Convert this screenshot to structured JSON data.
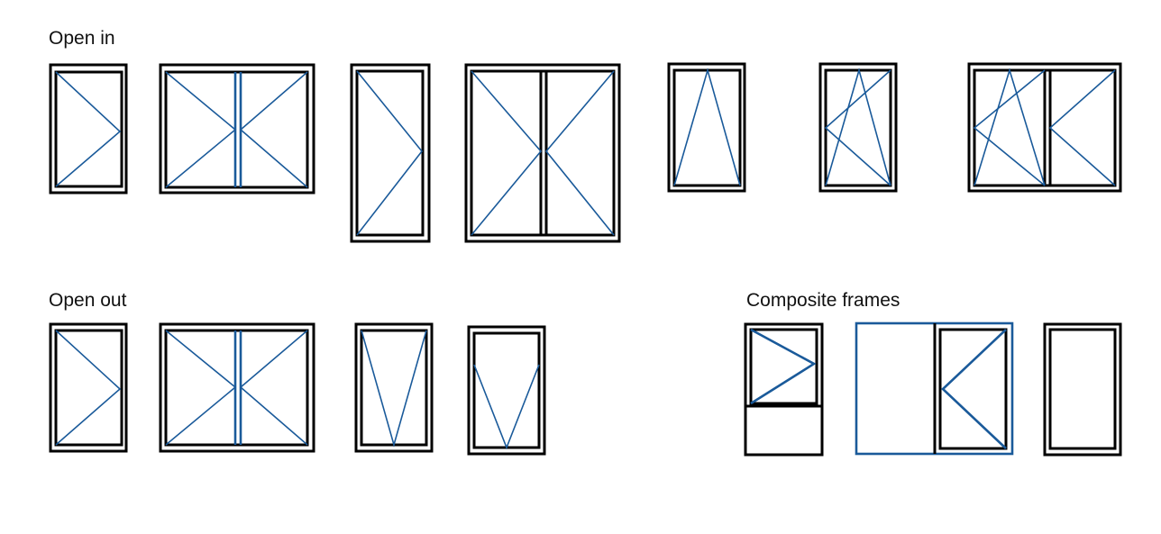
{
  "sections": {
    "open_in": {
      "title": "Open in"
    },
    "open_out": {
      "title": "Open out"
    },
    "composite": {
      "title": "Composite frames"
    }
  },
  "colors": {
    "frame": "#000000",
    "opening_line": "#1a5a9a",
    "background": "#ffffff"
  },
  "window_types": {
    "open_in": [
      "side-hung-right",
      "double-side-hung",
      "tall-side-hung-right",
      "double-door",
      "bottom-hung",
      "tilt-and-turn",
      "tilt-and-turn-plus-side-hung"
    ],
    "open_out": [
      "side-hung-right",
      "double-side-hung",
      "top-hung",
      "top-hung-partial"
    ],
    "composite": [
      "side-hung-over-fixed",
      "fixed-plus-side-hung-left",
      "fixed"
    ]
  }
}
